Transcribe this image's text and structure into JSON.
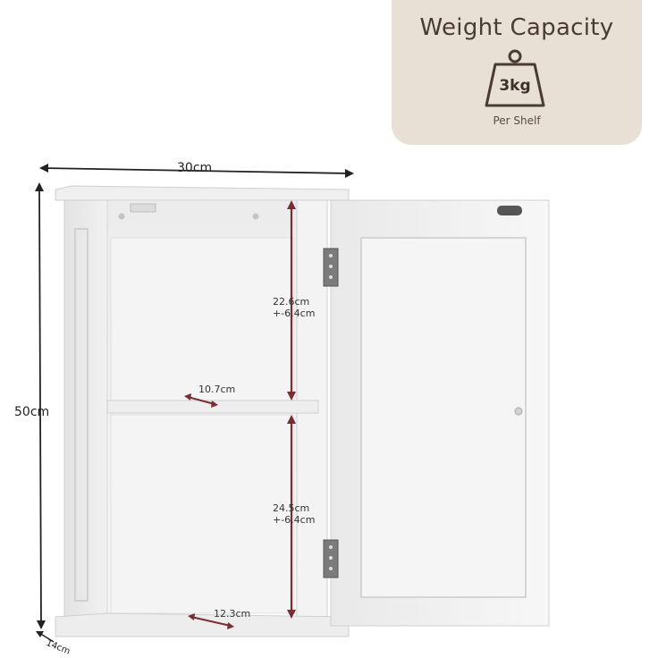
{
  "weight_card": {
    "title": "Weight Capacity",
    "value": "3kg",
    "caption": "Per Shelf",
    "icon": "weight-icon",
    "color_bg": "#e8e0d4",
    "color_text": "#4a3b33"
  },
  "dimensions": {
    "width": "30cm",
    "height": "50cm",
    "depth": "14cm",
    "upper_compartment_height": "22.6cm",
    "upper_adjust": "+-6.4cm",
    "lower_compartment_height": "24.5cm",
    "lower_adjust": "+-6.4cm",
    "shelf_depth": "10.7cm",
    "base_depth": "12.3cm"
  },
  "colors": {
    "arrow": "#222222",
    "inner_arrow": "#7a2d34",
    "cabinet": "#f1f1f1",
    "cabinet_shadow": "#d9d9d9"
  }
}
